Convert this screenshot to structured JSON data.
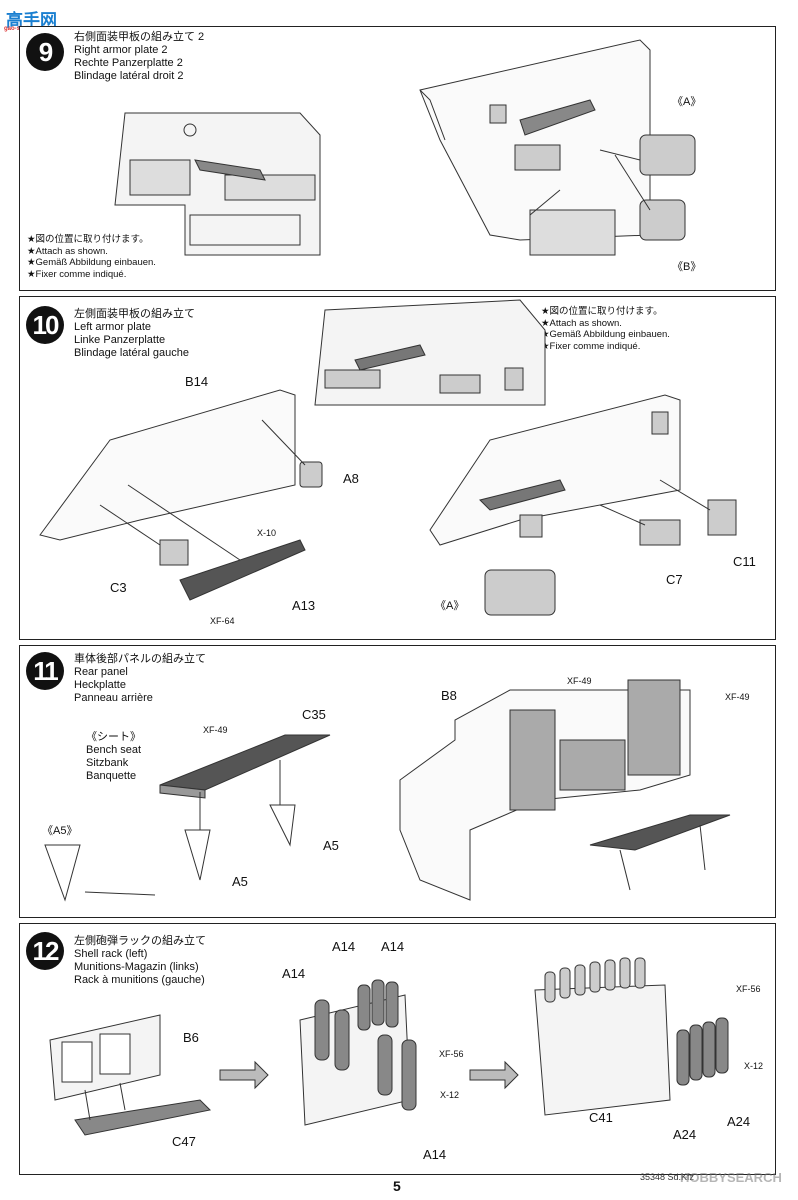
{
  "logo": {
    "text": "高手网",
    "sub": "gao-shou.com"
  },
  "steps": [
    {
      "number": "9",
      "title": [
        "右側面装甲板の組み立て 2",
        "Right armor plate 2",
        "Rechte Panzerplatte 2",
        "Blindage latéral droit 2"
      ],
      "notes": [
        "★図の位置に取り付けます。",
        "★Attach as shown.",
        "★Gemäß Abbildung einbauen.",
        "★Fixer comme indiqué."
      ],
      "labels": {
        "a": "《A》",
        "b": "《B》"
      }
    },
    {
      "number": "10",
      "title": [
        "左側面装甲板の組み立て",
        "Left armor plate",
        "Linke Panzerplatte",
        "Blindage latéral gauche"
      ],
      "notes": [
        "★図の位置に取り付けます。",
        "★Attach as shown.",
        "★Gemäß Abbildung einbauen.",
        "★Fixer comme indiqué."
      ],
      "labels": {
        "b14": "B14",
        "a8": "A8",
        "x10": "X-10",
        "c3": "C3",
        "a13": "A13",
        "xf64": "XF-64",
        "c11": "C11",
        "c7": "C7",
        "a": "《A》"
      }
    },
    {
      "number": "11",
      "title": [
        "車体後部パネルの組み立て",
        "Rear panel",
        "Heckplatte",
        "Panneau arrière"
      ],
      "bench": [
        "《シート》",
        "Bench seat",
        "Sitzbank",
        "Banquette"
      ],
      "labels": {
        "xf49a": "XF-49",
        "c35": "C35",
        "a5a": "A5",
        "a5b": "A5",
        "a5c": "《A5》",
        "b8": "B8",
        "xf49b": "XF-49",
        "xf49c": "XF-49"
      }
    },
    {
      "number": "12",
      "title": [
        "左側砲弾ラックの組み立て",
        "Shell rack (left)",
        "Munitions-Magazin (links)",
        "Rack à munitions (gauche)"
      ],
      "labels": {
        "b6": "B6",
        "c47": "C47",
        "a14a": "A14",
        "a14b": "A14",
        "a14c": "A14",
        "a14d": "A14",
        "xf56a": "XF-56",
        "x12a": "X-12",
        "xf56b": "XF-56",
        "x12b": "X-12",
        "c41": "C41",
        "a24a": "A24",
        "a24b": "A24"
      }
    }
  ],
  "footer": {
    "page": "5",
    "code": "35348 Sd.Kfz",
    "watermark": "HOBBYSEARCH"
  }
}
